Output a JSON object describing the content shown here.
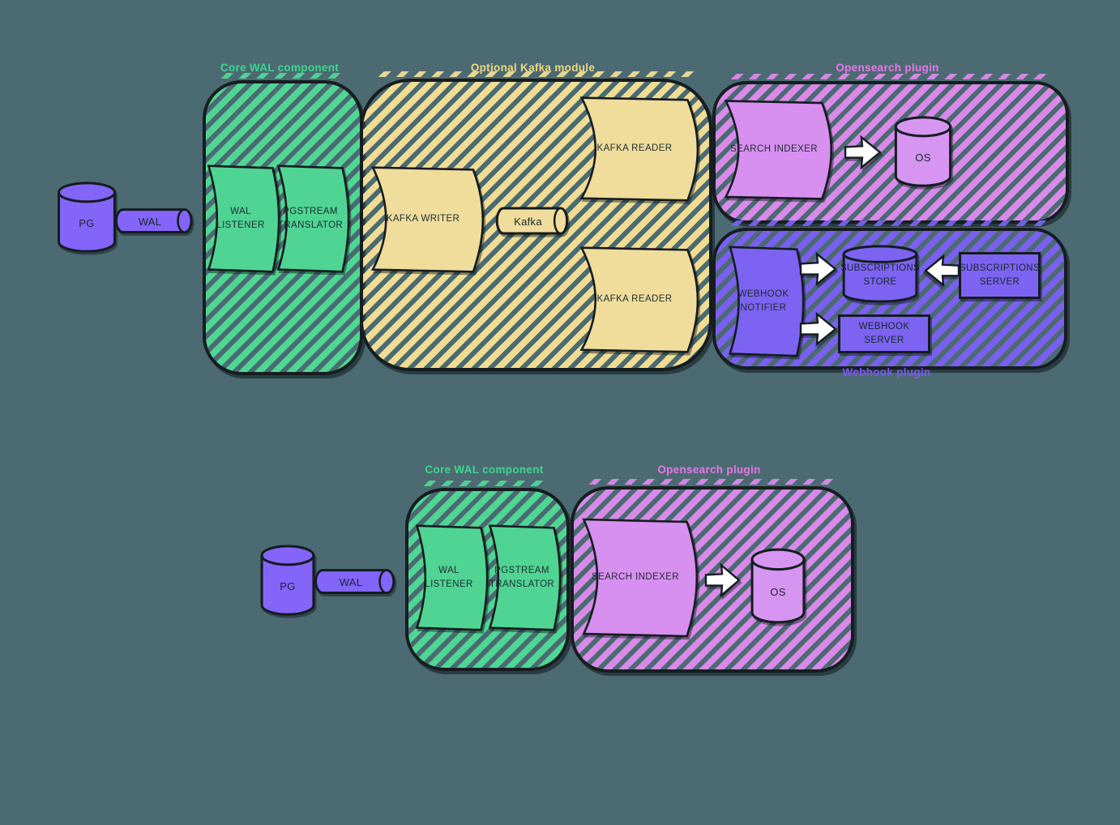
{
  "colors": {
    "background": "#4b6a72",
    "green": "#4fd694",
    "yellow": "#f0dc93",
    "pink": "#d88ae8",
    "purple": "#7a60f0",
    "title_green": "#3dd68f",
    "title_yellow": "#eed87e",
    "title_pink": "#e877e8",
    "title_purple": "#7b58f2",
    "card_green": "#4fd494",
    "card_yellow": "#f0dd9c",
    "card_pink": "#d78ff0",
    "card_purple": "#7d63f2",
    "db_purple": "#8465fa",
    "outline": "#161d20",
    "arrow_fill": "#ffffff"
  },
  "top": {
    "core_wal": {
      "title": "Core WAL component"
    },
    "kafka": {
      "title": "Optional Kafka module"
    },
    "opensearch": {
      "title": "Opensearch plugin"
    },
    "webhook": {
      "title": "Webhook plugin"
    },
    "nodes": {
      "pg": "PG",
      "wal": "WAL",
      "wal_listener": "WAL LISTENER",
      "pgstream_translator": "PGSTREAM TRANSLATOR",
      "kafka_writer": "KAFKA WRITER",
      "kafka_pipe": "Kafka",
      "kafka_reader_top": "KAFKA READER",
      "kafka_reader_bottom": "KAFKA READER",
      "search_indexer": "SEARCH INDEXER",
      "os": "OS",
      "webhook_notifier": "WEBHOOK NOTIFIER",
      "subscriptions_store": "SUBSCRIPTIONS STORE",
      "subscriptions_server": "SUBSCRIPTIONS SERVER",
      "webhook_server": "WEBHOOK SERVER"
    }
  },
  "bottom": {
    "core_wal": {
      "title": "Core WAL component"
    },
    "opensearch": {
      "title": "Opensearch plugin"
    },
    "nodes": {
      "pg": "PG",
      "wal": "WAL",
      "wal_listener": "WAL LISTENER",
      "pgstream_translator": "PGSTREAM TRANSLATOR",
      "search_indexer": "SEARCH INDEXER",
      "os": "OS"
    }
  }
}
